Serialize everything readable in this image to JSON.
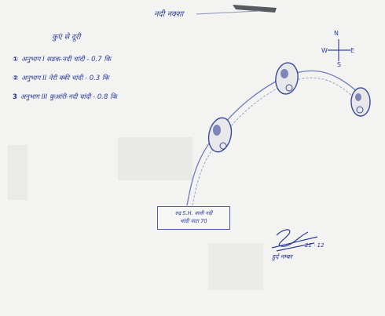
{
  "title": "नदी नक्शा",
  "subtitle": "कुएं से दूरी",
  "legend": [
    {
      "symbol": "①",
      "text": "अनुभाग I सडक-नदी चांदी - 0.7 कि"
    },
    {
      "symbol": "②",
      "text": "अनुभाग II नेरी क्की चांदी - 0.3 कि"
    },
    {
      "symbol": "3",
      "text": "अनुभाग III कुआंरी-नदी चांदी - 0.8 कि"
    }
  ],
  "start_box": {
    "line1": "रुद्र S.H. वाली नदी",
    "line2": "चांदी पाटा 70"
  },
  "compass": {
    "north": "N",
    "south": "S",
    "west": "W",
    "east": "E"
  },
  "signature": {
    "date": "21 · 12",
    "caption": "हुर्द नम्बर"
  },
  "colors": {
    "ink": "#2c3d98",
    "paper": "#f3f3f1"
  },
  "icons": [
    "well-icon",
    "well-icon",
    "well-icon",
    "compass-rose-icon",
    "signature-icon"
  ]
}
